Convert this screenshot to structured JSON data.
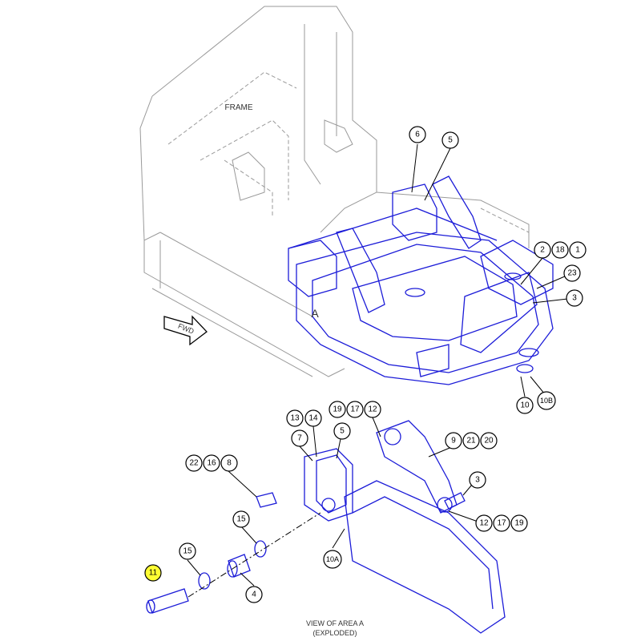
{
  "labels": {
    "frame": "FRAME",
    "area": "A",
    "fwd": "FWD",
    "view_line1": "VIEW OF AREA A",
    "view_line2": "(EXPLODED)"
  },
  "colors": {
    "part": "#1c1cd8",
    "frame": "#9a9a9a",
    "highlight": "#ffff33"
  },
  "callouts": [
    {
      "name": "callout-6-top",
      "text": "6"
    },
    {
      "name": "callout-5-top",
      "text": "5"
    },
    {
      "name": "callout-2-top",
      "text": "2"
    },
    {
      "name": "callout-18-top",
      "text": "18"
    },
    {
      "name": "callout-1-top",
      "text": "1"
    },
    {
      "name": "callout-23-top",
      "text": "23"
    },
    {
      "name": "callout-3-top",
      "text": "3"
    },
    {
      "name": "callout-10-top",
      "text": "10"
    },
    {
      "name": "callout-10b-top",
      "text": "10B"
    },
    {
      "name": "callout-13",
      "text": "13"
    },
    {
      "name": "callout-14",
      "text": "14"
    },
    {
      "name": "callout-19-a",
      "text": "19"
    },
    {
      "name": "callout-17-a",
      "text": "17"
    },
    {
      "name": "callout-12-a",
      "text": "12"
    },
    {
      "name": "callout-7",
      "text": "7"
    },
    {
      "name": "callout-5-view",
      "text": "5"
    },
    {
      "name": "callout-9",
      "text": "9"
    },
    {
      "name": "callout-21",
      "text": "21"
    },
    {
      "name": "callout-20",
      "text": "20"
    },
    {
      "name": "callout-22",
      "text": "22"
    },
    {
      "name": "callout-16",
      "text": "16"
    },
    {
      "name": "callout-8",
      "text": "8"
    },
    {
      "name": "callout-3-view",
      "text": "3"
    },
    {
      "name": "callout-15-a",
      "text": "15"
    },
    {
      "name": "callout-12-b",
      "text": "12"
    },
    {
      "name": "callout-17-b",
      "text": "17"
    },
    {
      "name": "callout-19-b",
      "text": "19"
    },
    {
      "name": "callout-15-b",
      "text": "15"
    },
    {
      "name": "callout-10a",
      "text": "10A"
    },
    {
      "name": "callout-11",
      "text": "11"
    },
    {
      "name": "callout-4",
      "text": "4"
    }
  ]
}
